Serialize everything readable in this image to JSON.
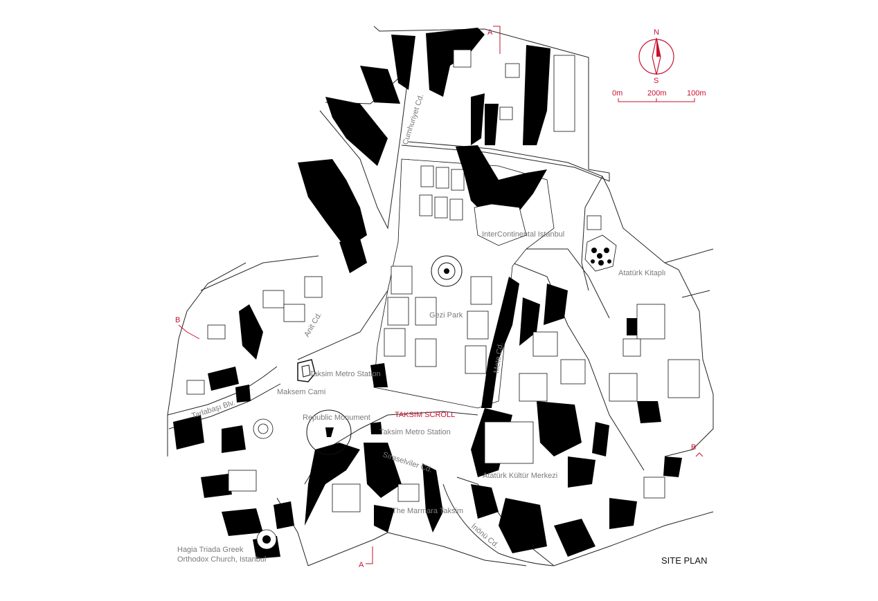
{
  "plan_title": "SITE PLAN",
  "colors": {
    "accent": "#c8102e",
    "ink": "#000000",
    "label": "#7a7a7a"
  },
  "north_arrow": {
    "north": "N",
    "south": "S"
  },
  "scale_bar": {
    "ticks": [
      "0m",
      "200m",
      "100m"
    ]
  },
  "section_markers": {
    "a_top": "A",
    "a_bottom": "A",
    "b_left": "B",
    "b_right": "B"
  },
  "labels": {
    "cumhuriyet": "Cumhuriyet Cd.",
    "intercontinental": "InterContinental Istanbul",
    "ataturk_kitapligi": "Atatürk Kitaplı",
    "gezi_park": "Gezi Park",
    "anit": "Anit Cd.",
    "mete": "Mete Cd.",
    "taksim_metro_1": "Taksim Metro Station",
    "maksem_cami": "Maksem Cami",
    "tarlabasi": "Tarlabaşı Blv.",
    "republic_monument": "Republic Monument",
    "taksim_scroll": "TAKSIM SCROLL",
    "taksim_metro_2": "Taksim Metro Station",
    "sirasalviler": "Sıraselviler Cd.",
    "akm": "Atatürk Kültür Merkezi",
    "marmara": "The Marmara Taksim",
    "inonu": "İnönü Cd.",
    "hagia_1": "Hagia Triada Greek",
    "hagia_2": "Orthodox Church, Istanbul"
  }
}
